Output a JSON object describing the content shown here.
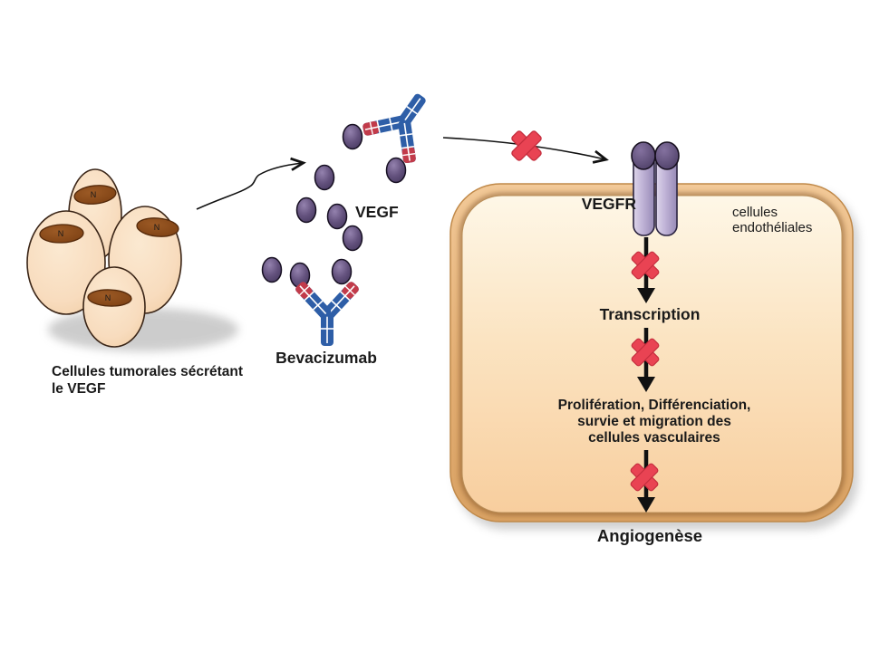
{
  "tumor": {
    "caption_line1": "Cellules tumorales sécrétant",
    "caption_line2": "le VEGF",
    "nucleus_label": "N"
  },
  "vegf": {
    "label": "VEGF"
  },
  "antibody": {
    "label": "Bevacizumab"
  },
  "cell": {
    "receptor_label": "VEGFR",
    "type_line1": "cellules",
    "type_line2": "endothéliales",
    "step_transcription": "Transcription",
    "effects_line1": "Prolifération, Différenciation,",
    "effects_line2": "survie et migration des",
    "effects_line3": "cellules vasculaires",
    "outcome": "Angiogenèse"
  },
  "colors": {
    "inhibition_x": "#E94353",
    "antibody_blue": "#2E5EA7",
    "antibody_red": "#C23B4A",
    "vegf_purple": "#64527E",
    "tumor_cell_fill": "#F8DDC0",
    "nucleus_brown": "#8E4D1E",
    "membrane_tan": "#E9BC8A",
    "cell_inner_top": "#FEF7E7",
    "cell_inner_bottom": "#F8CE9E",
    "receptor_lavender": "#B4A7CC"
  }
}
